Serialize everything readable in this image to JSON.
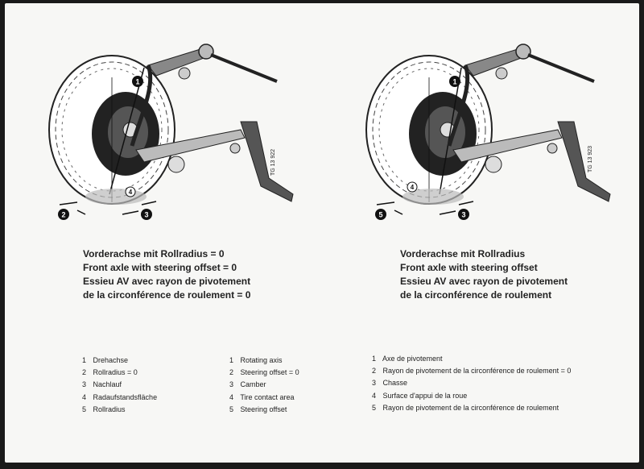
{
  "left_diagram": {
    "ref_code": "TG 13 922",
    "markers": [
      "1",
      "2",
      "3",
      "4"
    ]
  },
  "right_diagram": {
    "ref_code": "TG 13 923",
    "markers": [
      "1",
      "3",
      "4",
      "5"
    ]
  },
  "left_caption": {
    "line1": "Vorderachse mit Rollradius = 0",
    "line2": "Front axle with steering offset = 0",
    "line3": "Essieu AV avec rayon de pivotement",
    "line4": "de la circonférence de roulement = 0"
  },
  "right_caption": {
    "line1": "Vorderachse mit Rollradius",
    "line2": "Front axle with steering offset",
    "line3": "Essieu AV avec rayon de pivotement",
    "line4": "de la circonférence de roulement"
  },
  "legend_de": [
    {
      "num": "1",
      "text": "Drehachse"
    },
    {
      "num": "2",
      "text": "Rollradius = 0"
    },
    {
      "num": "3",
      "text": "Nachlauf"
    },
    {
      "num": "4",
      "text": "Radaufstandsfläche"
    },
    {
      "num": "5",
      "text": "Rollradius"
    }
  ],
  "legend_en": [
    {
      "num": "1",
      "text": "Rotating axis"
    },
    {
      "num": "2",
      "text": "Steering offset = 0"
    },
    {
      "num": "3",
      "text": "Camber"
    },
    {
      "num": "4",
      "text": "Tire contact area"
    },
    {
      "num": "5",
      "text": "Steering offset"
    }
  ],
  "legend_fr": [
    {
      "num": "1",
      "text": "Axe de pivotement"
    },
    {
      "num": "2",
      "text": "Rayon de pivotement de la circonférence de roulement = 0"
    },
    {
      "num": "3",
      "text": "Chasse"
    },
    {
      "num": "4",
      "text": "Surface d'appui de la roue"
    },
    {
      "num": "5",
      "text": "Rayon de pivotement de la circonférence de roulement"
    }
  ]
}
